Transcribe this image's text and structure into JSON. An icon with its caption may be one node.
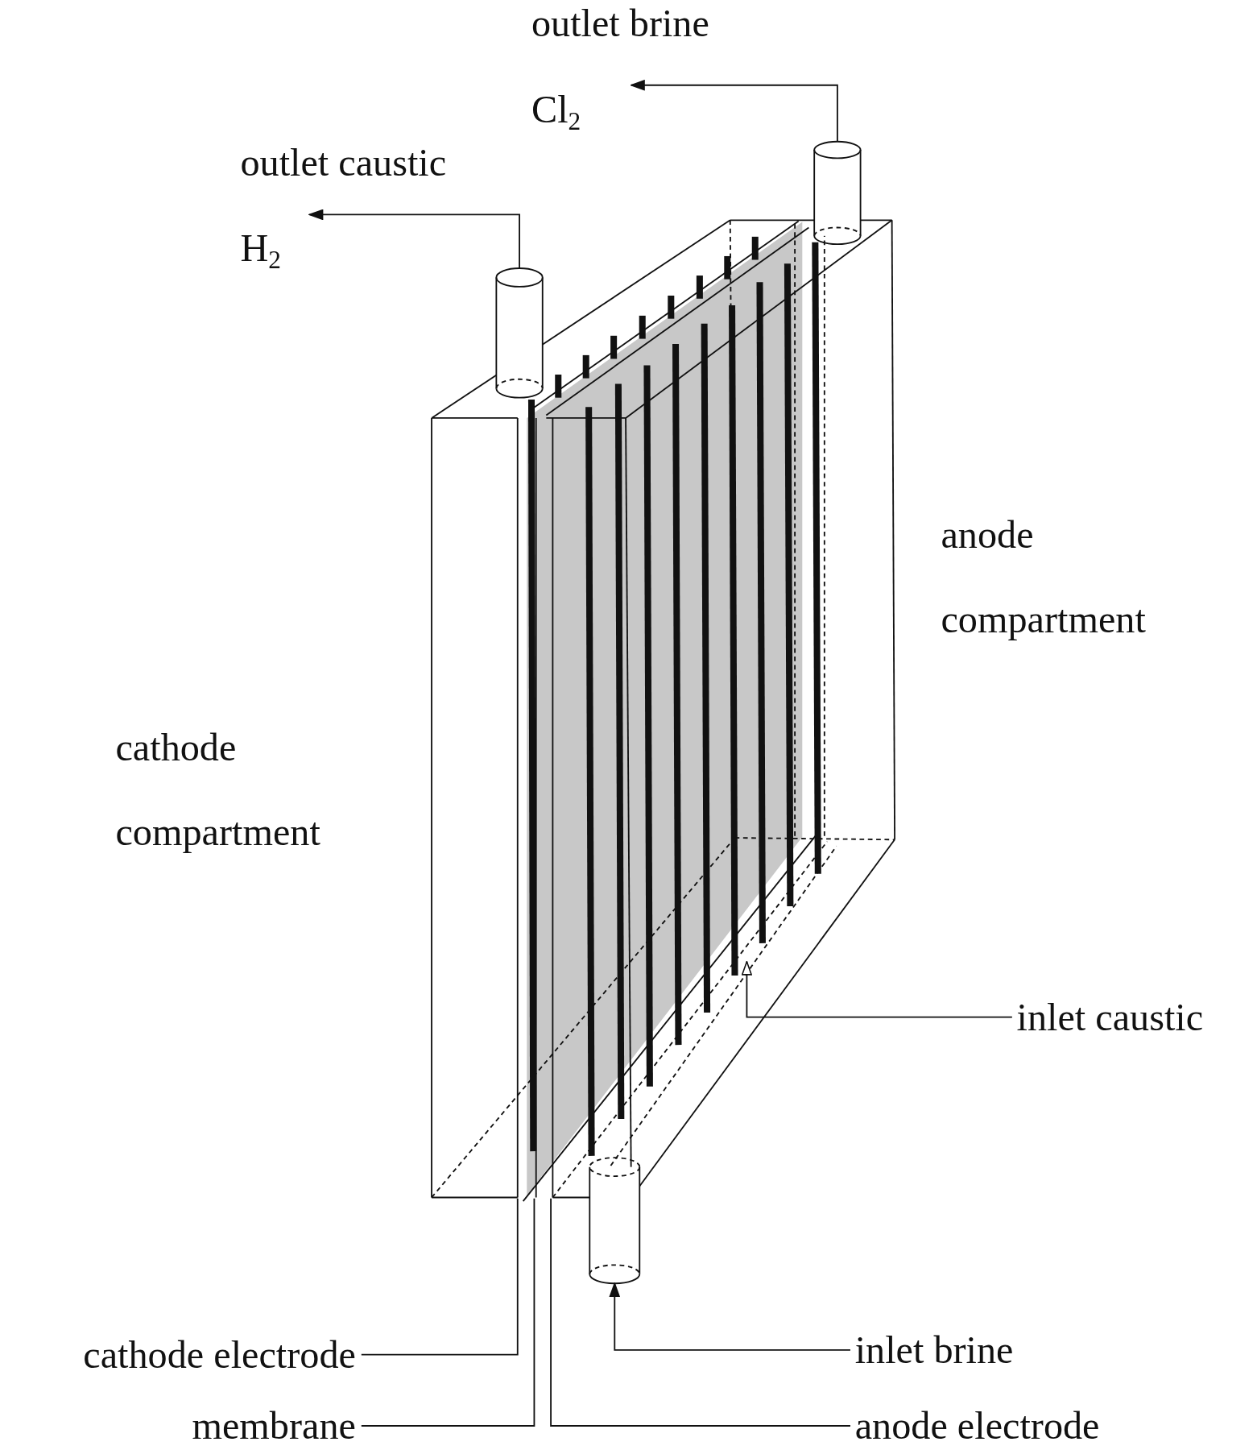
{
  "diagram": {
    "nodes": [
      {
        "text": [
          "inlet caustic"
        ]
      },
      {
        "text": [
          "inlet brine"
        ]
      },
      {
        "text": [
          "cathode electrode"
        ]
      },
      {
        "text": [
          "membrane"
        ]
      },
      {
        "text": [
          "anode electrode"
        ]
      },
      {
        "text": [],
        "shape": "picture"
      }
    ],
    "edges": [
      {
        "from": 5,
        "to": null,
        "arrow": "to"
      },
      {
        "from": 5,
        "to": null,
        "arrow": "to"
      },
      {
        "from": 0,
        "to": 5,
        "arrow": "to"
      },
      {
        "from": 1,
        "to": 5,
        "arrow": "to"
      },
      {
        "from": 2,
        "to": 5,
        "arrow": "none"
      },
      {
        "from": 3,
        "to": 5,
        "arrow": "none"
      },
      {
        "from": 4,
        "to": 5,
        "arrow": "none"
      }
    ],
    "labels": [
      "outlet brine",
      "Cl$_{2}$",
      "outlet caustic",
      "H$_{2}$",
      "anode compartment",
      "cathode compartment"
    ]
  }
}
